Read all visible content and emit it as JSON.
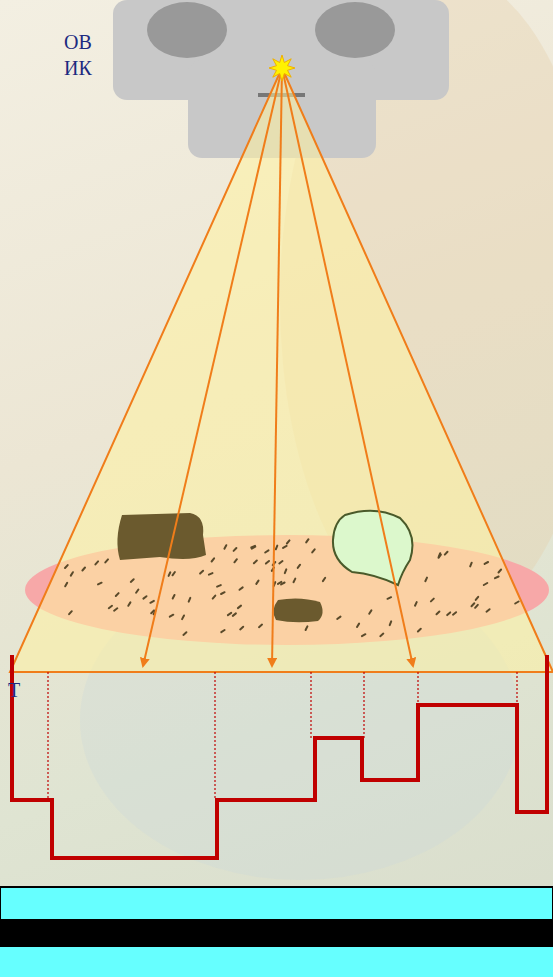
{
  "diagram": {
    "labels": [
      "ОВ",
      "ИК",
      "Т"
    ]
  }
}
